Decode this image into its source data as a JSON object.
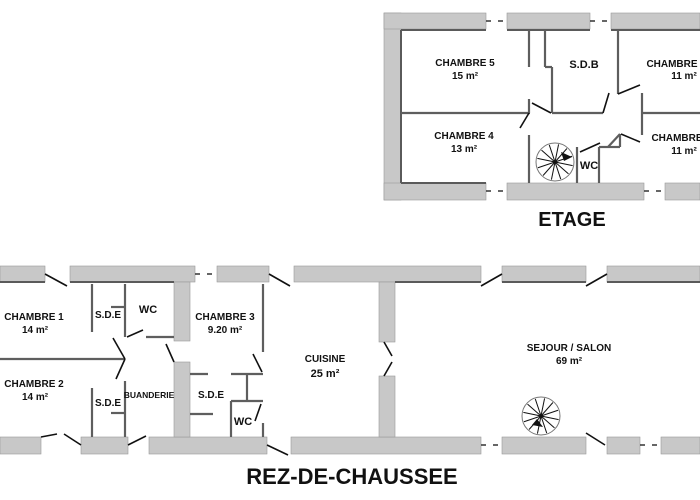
{
  "floors": {
    "upper": {
      "title": "ETAGE",
      "rooms": [
        {
          "name": "CHAMBRE 5",
          "area": "15 m²"
        },
        {
          "name": "S.D.B",
          "area": ""
        },
        {
          "name": "CHAMBRE",
          "area": "11 m²"
        },
        {
          "name": "CHAMBRE 4",
          "area": "13 m²"
        },
        {
          "name": "CHAMBRE",
          "area": "11 m²"
        },
        {
          "name": "WC",
          "area": ""
        }
      ]
    },
    "ground": {
      "title": "REZ-DE-CHAUSSEE",
      "rooms": [
        {
          "name": "CHAMBRE 1",
          "area": "14 m²"
        },
        {
          "name": "S.D.E",
          "area": ""
        },
        {
          "name": "WC",
          "area": ""
        },
        {
          "name": "CHAMBRE 3",
          "area": "9.20 m²"
        },
        {
          "name": "CHAMBRE 2",
          "area": "14 m²"
        },
        {
          "name": "S.D.E",
          "area": ""
        },
        {
          "name": "BUANDERIE",
          "area": ""
        },
        {
          "name": "S.D.E",
          "area": ""
        },
        {
          "name": "WC",
          "area": ""
        },
        {
          "name": "CUISINE",
          "area": "25 m²"
        },
        {
          "name": "SEJOUR / SALON",
          "area": "69 m²"
        }
      ]
    }
  },
  "colors": {
    "wall": "#c8c8c8",
    "line": "#5a5a5a",
    "text": "#111111"
  }
}
